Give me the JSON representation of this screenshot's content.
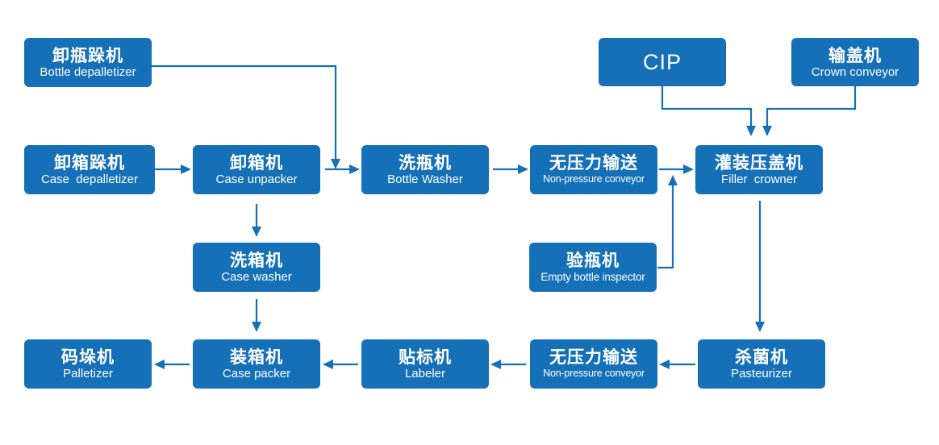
{
  "nodes": {
    "bottle_depalletizer": {
      "cn": "卸瓶跺机",
      "en": "Bottle depalletizer"
    },
    "case_depalletizer": {
      "cn": "卸箱跺机",
      "en": "Case  depalletizer"
    },
    "case_unpacker": {
      "cn": "卸箱机",
      "en": "Case unpacker"
    },
    "bottle_washer": {
      "cn": "洗瓶机",
      "en": "Bottle Washer"
    },
    "nonpressure_conveyor_top": {
      "cn": "无压力输送",
      "en": "Non-pressure conveyor"
    },
    "filler_crowner": {
      "cn": "灌装压盖机",
      "en": "Filler  crowner"
    },
    "cip": {
      "label": "CIP"
    },
    "crown_conveyor": {
      "cn": "输盖机",
      "en": "Crown conveyor"
    },
    "case_washer": {
      "cn": "洗箱机",
      "en": "Case washer"
    },
    "empty_bottle_inspector": {
      "cn": "验瓶机",
      "en": "Empty bottle inspector"
    },
    "palletizer": {
      "cn": "码垛机",
      "en": "Palletizer"
    },
    "case_packer": {
      "cn": "装箱机",
      "en": "Case packer"
    },
    "labeler": {
      "cn": "贴标机",
      "en": "Labeler"
    },
    "nonpressure_conveyor_bottom": {
      "cn": "无压力输送",
      "en": "Non-pressure conveyor"
    },
    "pasteurizer": {
      "cn": "杀菌机",
      "en": "Pasteurizer"
    }
  },
  "colors": {
    "node_fill": "#1570b8",
    "arrow": "#1570b8",
    "text": "#ffffff"
  }
}
